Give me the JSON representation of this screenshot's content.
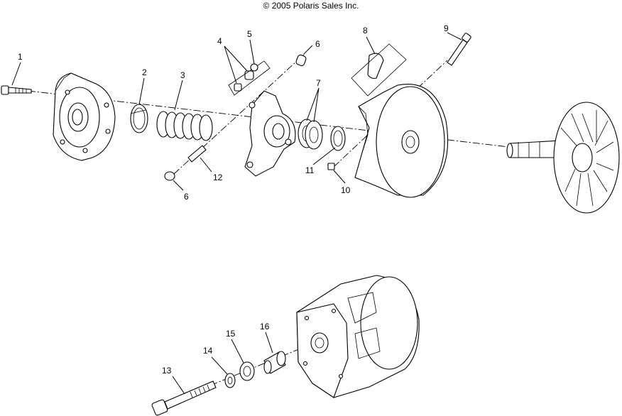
{
  "copyright": "© 2005 Polaris Sales Inc.",
  "callouts": {
    "c1": "1",
    "c2": "2",
    "c3": "3",
    "c4": "4",
    "c5": "5",
    "c6a": "6",
    "c6b": "6",
    "c7": "7",
    "c8": "8",
    "c9": "9",
    "c10": "10",
    "c11": "11",
    "c12": "12",
    "c13": "13",
    "c14": "14",
    "c15": "15",
    "c16": "16"
  }
}
